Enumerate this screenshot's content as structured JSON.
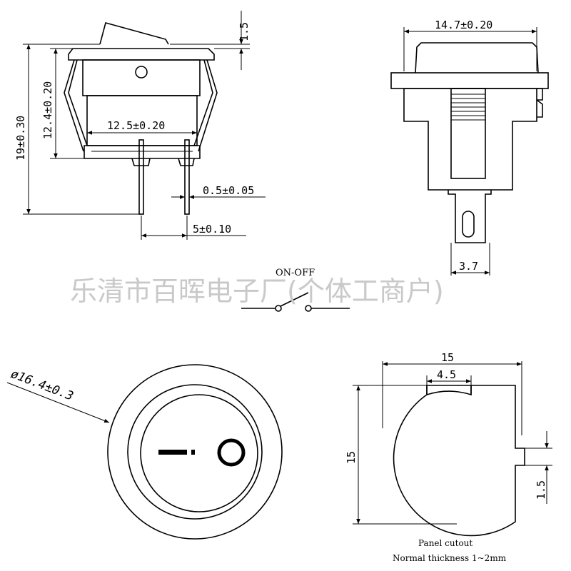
{
  "watermark": "乐清市百晖电子厂(个体工商户)",
  "switch_label": "ON-OFF",
  "side_view": {
    "top_gap": "1.5",
    "body_height": "12.4±0.20",
    "total_height": "19±0.30",
    "body_width": "12.5±0.20",
    "pin_thickness": "0.5±0.05",
    "pin_spacing": "5±0.10"
  },
  "front_view": {
    "width": "14.7±0.20",
    "terminal_width": "3.7"
  },
  "top_view": {
    "diameter": "ø16.4±0.3"
  },
  "cutout": {
    "width": "15",
    "notch_width": "4.5",
    "height": "15",
    "notch_depth": "1.5",
    "caption_line1": "Panel cutout",
    "caption_line2": "Normal thickness 1~2mm"
  }
}
